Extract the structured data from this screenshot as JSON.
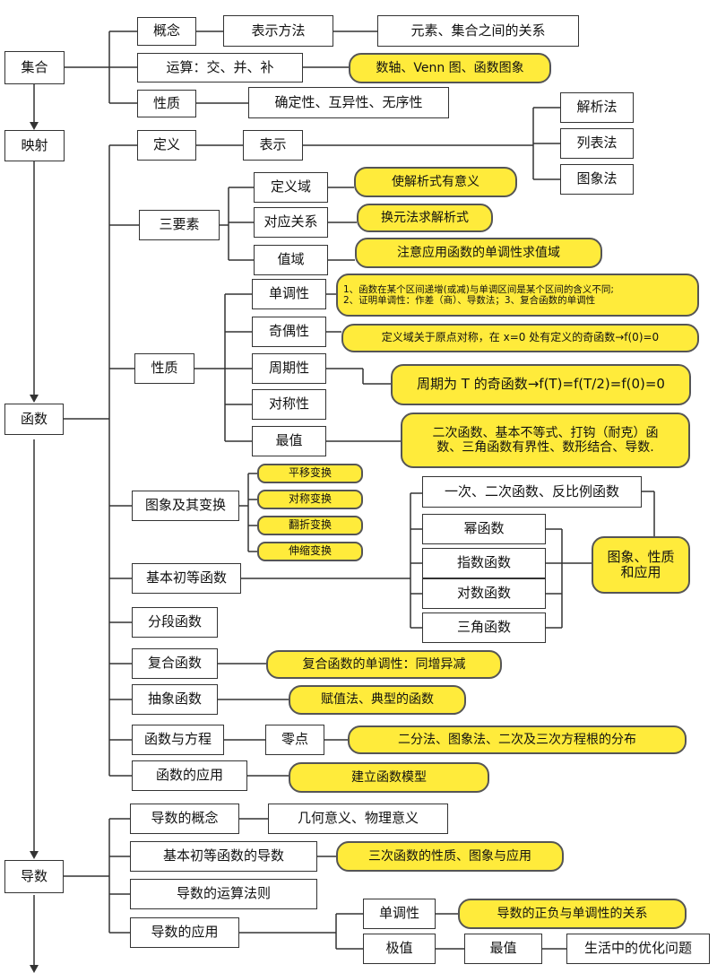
{
  "nodes": {
    "jihe": "集合",
    "gainian": "概念",
    "biaoshi_fangfa": "表示方法",
    "yuansu": "元素、集合之间的关系",
    "yunsuan": "运算：交、并、补",
    "shuzhou": "数轴、Venn 图、函数图象",
    "xingzhi1": "性质",
    "queding": "确定性、互异性、无序性",
    "yingshe": "映射",
    "dingyi": "定义",
    "biaoshi": "表示",
    "jiexifa": "解析法",
    "liebiaofa": "列表法",
    "tuxiangfa": "图象法",
    "sanyaosu": "三要素",
    "dingyiyu": "定义域",
    "hl_dingyiyu": "使解析式有意义",
    "duiying": "对应关系",
    "hl_duiying": "换元法求解析式",
    "zhiyu": "值域",
    "hl_zhiyu": "注意应用函数的单调性求值域",
    "hanshu": "函数",
    "xingzhi2": "性质",
    "dandiao": "单调性",
    "hl_dandiao_1": "1、函数在某个区间递增(或减)与单调区间是某个区间的含义不同;",
    "hl_dandiao_2": "2、证明单调性：作差（商）、导数法；3、复合函数的单调性",
    "jiou": "奇偶性",
    "hl_jiou": "定义域关于原点对称，在 x=0 处有定义的奇函数→f(0)=0",
    "zhouqi": "周期性",
    "hl_zhouqi": "周期为 T 的奇函数→f(T)=f(T/2)=f(0)=0",
    "duicheng": "对称性",
    "zuizhi": "最值",
    "hl_zuizhi_1": "二次函数、基本不等式、打钩（耐克）函",
    "hl_zuizhi_2": "数、三角函数有界性、数形结合、导数.",
    "tuxiang_bianhuan": "图象及其变换",
    "pingyi": "平移变换",
    "duicheng_bianhuan": "对称变换",
    "fanzhe": "翻折变换",
    "shensuo": "伸缩变换",
    "jiben_chudeng": "基本初等函数",
    "yici": "一次、二次函数、反比例函数",
    "mi": "幂函数",
    "zhishu": "指数函数",
    "duishu": "对数函数",
    "sanjiao": "三角函数",
    "hl_tuxiang_xingzhi_1": "图象、性质",
    "hl_tuxiang_xingzhi_2": "和应用",
    "fenduan": "分段函数",
    "fuhe": "复合函数",
    "hl_fuhe": "复合函数的单调性：同增异减",
    "chouxiang": "抽象函数",
    "hl_chouxiang": "赋值法、典型的函数",
    "fangcheng": "函数与方程",
    "lingdian": "零点",
    "hl_lingdian": "二分法、图象法、二次及三次方程根的分布",
    "yingyong": "函数的应用",
    "hl_yingyong": "建立函数模型",
    "daoshu": "导数",
    "daoshu_gainian": "导数的概念",
    "jihe_yiyi": "几何意义、物理意义",
    "jiben_daoshu": "基本初等函数的导数",
    "hl_sanci": "三次函数的性质、图象与应用",
    "yunsuan_faze": "导数的运算法则",
    "daoshu_yingyong": "导数的应用",
    "dandiao2": "单调性",
    "hl_dandiao2": "导数的正负与单调性的关系",
    "jizhi": "极值",
    "zuizhi2": "最值",
    "youhua": "生活中的优化问题"
  },
  "colors": {
    "highlight": "#ffeb3b",
    "line": "#333333"
  }
}
